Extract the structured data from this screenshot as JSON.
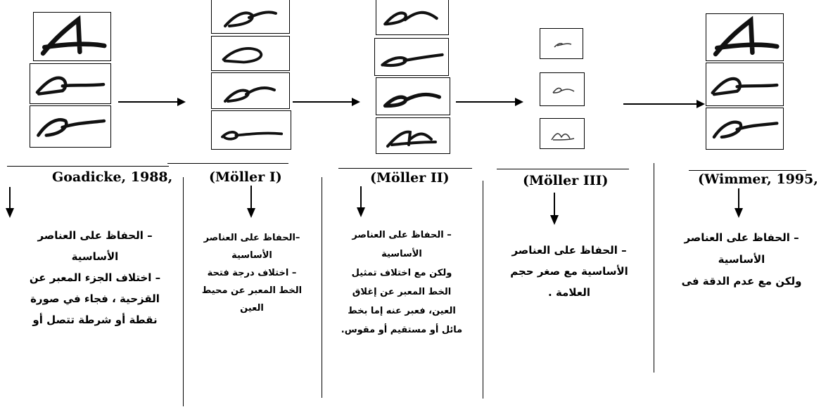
{
  "labels": {
    "goadicke": "Goadicke, 1988,",
    "moller1": "(Möller I)",
    "moller2": "(Möller II)",
    "moller3": "(Möller III)",
    "wimmer": "(Wimmer, 1995,"
  },
  "col1": {
    "l1": "– الحفاظ على العناصر",
    "l2": "الأساسية",
    "l3": "– اختلاف الجزء المعبر عن",
    "l4": "القزحية ، فجاء في صورة",
    "l5": "نقطة أو شرطة تتصل أو"
  },
  "col2": {
    "l1": "–الحفاظ على العناصر",
    "l2": "الأساسية",
    "l3": "– اختلاف درجة فتحة",
    "l4": "الخط المعبر عن محيط",
    "l5": "العين"
  },
  "col3": {
    "l1": "– الحفاظ على العناصر",
    "l2": "الأساسية",
    "l3": "ولكن مع اختلاف تمثيل",
    "l4": "الخط المعبر عن إغلاق",
    "l5": "العين، فعبر عنه إما بخط",
    "l6": "مائل أو مستقيم أو مقوس."
  },
  "col4": {
    "l1": "– الحفاظ على العناصر",
    "l2": "الأساسية مع صغر حجم",
    "l3": "العلامة ."
  },
  "col5": {
    "l1": "– الحفاظ على العناصر",
    "l2": "الأساسية",
    "l3": "ولكن مع عدم الدقة فى"
  }
}
